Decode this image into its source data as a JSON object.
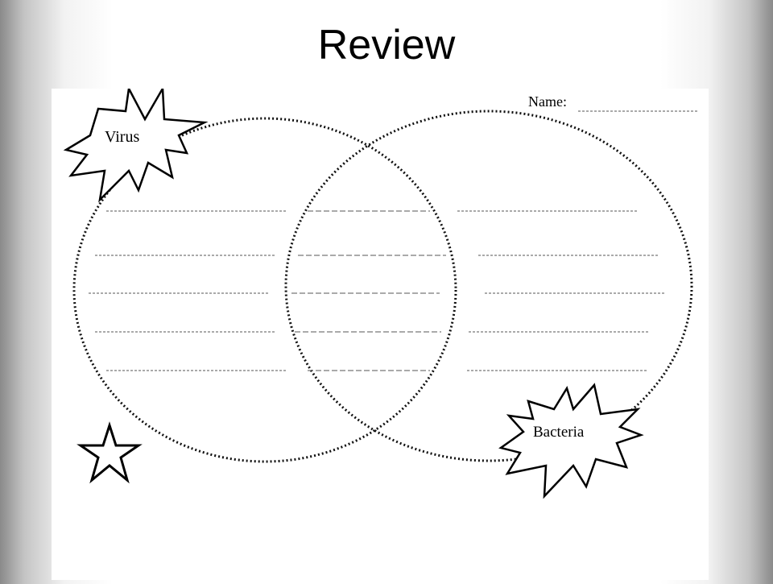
{
  "slide": {
    "title": "Review"
  },
  "worksheet": {
    "name_label": "Name:",
    "left_circle_label": "Virus",
    "right_circle_label": "Bacteria",
    "decorations": [
      "star-icon"
    ]
  }
}
